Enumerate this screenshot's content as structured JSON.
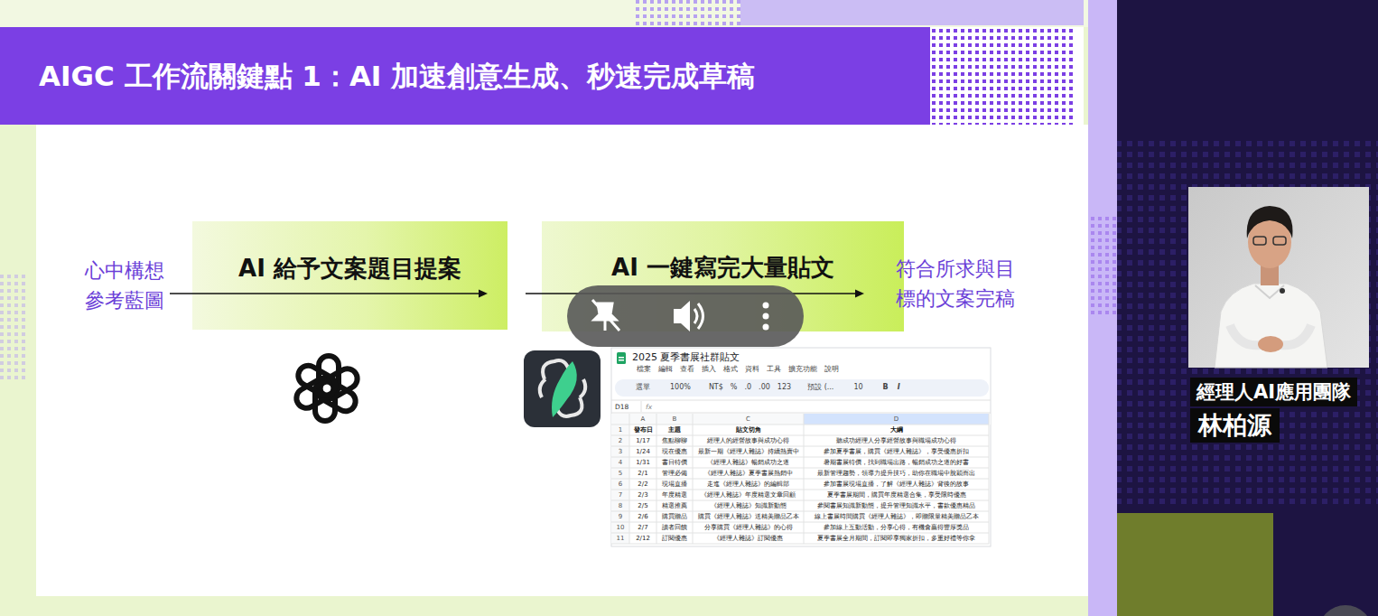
{
  "diagram": {
    "title": "AIGC 工作流關鍵點 1：AI 加速創意生成、秒速完成草稿",
    "nodes": [
      {
        "text": [
          "心中構想 參考藍圖"
        ]
      },
      {
        "text": [
          "AI 給予文案題目提案"
        ]
      },
      {
        "text": [
          "AI 一鍵寫完大量貼文"
        ]
      },
      {
        "text": [
          "符合所求與目標的文案完稿"
        ]
      },
      {
        "text": [
          "經理人AI應用團隊"
        ]
      },
      {
        "text": [
          "林柏源"
        ]
      }
    ],
    "edges": [
      {
        "from": 0,
        "to": 1,
        "arrow": "to"
      },
      {
        "from": 1,
        "to": 3,
        "arrow": "to"
      }
    ],
    "labels": [
      "2025 夏季書展社群貼文",
      "檔案",
      "編輯",
      "查看",
      "插入",
      "格式",
      "資料",
      "工具",
      "擴充功能",
      "說明",
      "選單",
      "100%",
      "NT$",
      "%",
      ".0",
      ".00",
      "123",
      "預設 (...",
      "10",
      "B",
      "I",
      "D18",
      "fx",
      "A",
      "B",
      "C",
      "D",
      "1",
      "2",
      "3",
      "4",
      "5",
      "6",
      "7",
      "8",
      "9",
      "10",
      "11",
      "發布日",
      "主題",
      "貼文切角",
      "大綱",
      "1/17",
      "焦點聊聊",
      "經理人的經營故事與成功心得",
      "聽成功經理人分享經營故事與職場成功心得",
      "1/24",
      "現在優惠",
      "最新一期《經理人雜誌》持續熱賣中",
      "參加夏季書展，購買《經理人雜誌》，享受優惠折扣",
      "1/31",
      "書日特價",
      "《經理人雜誌》暢銷成功之道",
      "暑期書展特價，找到職場出路，暢銷成功之道的好書",
      "2/1",
      "管理必備",
      "《經理人雜誌》夏季書展熱銷中",
      "最新管理趨勢，領導力提升技巧，助你在職場中脫穎而出",
      "2/2",
      "現場直播",
      "走進《經理人雜誌》的編輯部",
      "參加書展現場直播，了解《經理人雜誌》背後的故事",
      "2/3",
      "年度精選",
      "《經理人雜誌》年度精選文章回顧",
      "夏季書展期間，購買年度精選合集，享受限時優惠",
      "2/5",
      "精選推薦",
      "《經理人雜誌》知識新動態",
      "參閱書展知識新動態，提升管理知識水平，書款優惠精品",
      "2/6",
      "購買贈品",
      "購買《經理人雜誌》送精美贈品乙本",
      "線上書展時間購買《經理人雜誌》，即贈限量精美贈品乙本",
      "2/7",
      "讀者回饋",
      "分享購買《經理人雜誌》的心得",
      "參加線上互動活動，分享心得，有機會贏得豐厚獎品",
      "2/12",
      "訂閱優惠",
      "《經理人雜誌》訂閱優惠",
      "夏季書展全月期間，訂閱即享獨家折扣，多重好禮等你拿"
    ]
  }
}
